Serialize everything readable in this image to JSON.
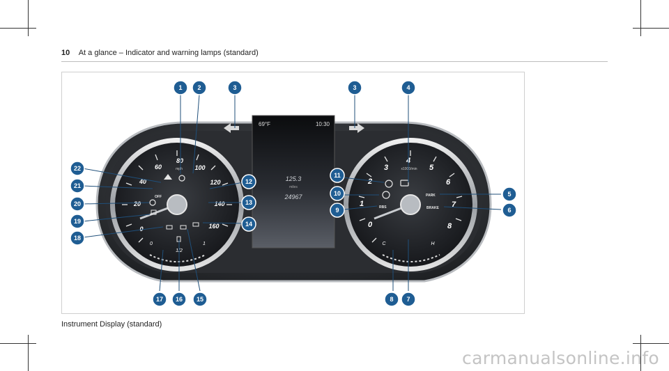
{
  "header": {
    "page_number": "10",
    "title": "At a glance – Indicator and warning lamps (standard)"
  },
  "figure": {
    "caption": "Instrument Display (standard)",
    "display": {
      "temperature": "69°F",
      "time": "10:30",
      "trip": "125.3",
      "unit": "miles",
      "odometer": "24967"
    },
    "speedometer": {
      "ticks": [
        "0",
        "20",
        "40",
        "60",
        "80",
        "100",
        "120",
        "140",
        "160"
      ],
      "unit": "mph"
    },
    "tachometer": {
      "ticks": [
        "0",
        "1",
        "2",
        "3",
        "4",
        "5",
        "6",
        "7",
        "8"
      ],
      "unit": "x1000/min"
    },
    "fuel_gauge": {
      "labels": [
        "0",
        "1/2",
        "1"
      ]
    },
    "temp_gauge": {
      "labels": [
        "C",
        "H"
      ]
    },
    "lamp_labels": {
      "park": "PARK",
      "brake": "BRAKE",
      "rbs": "RBS",
      "off": "OFF"
    },
    "callouts": [
      "1",
      "2",
      "3",
      "3",
      "4",
      "5",
      "6",
      "7",
      "8",
      "9",
      "10",
      "11",
      "12",
      "13",
      "14",
      "15",
      "16",
      "17",
      "18",
      "19",
      "20",
      "21",
      "22"
    ]
  },
  "watermark": "carmanualsonline.info"
}
